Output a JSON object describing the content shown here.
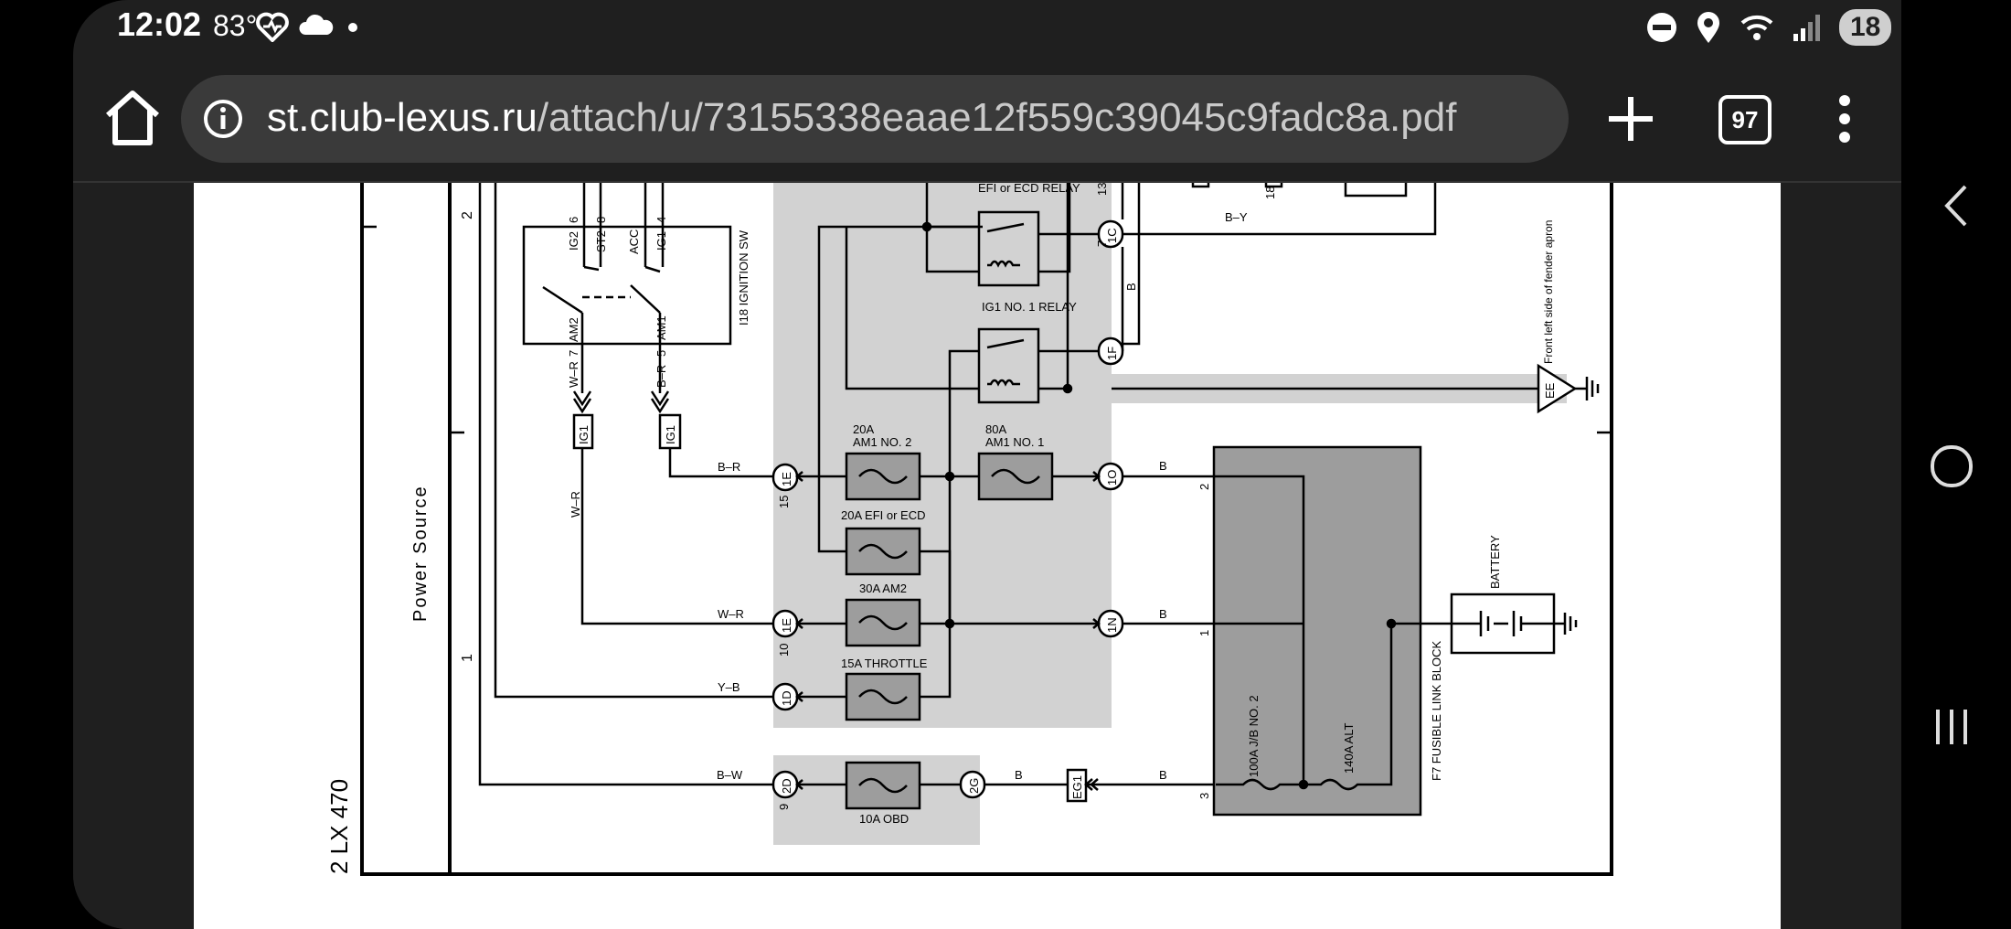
{
  "status": {
    "time": "12:02",
    "temperature": "83°",
    "notifications": "18"
  },
  "browser": {
    "url_host": "st.club-lexus.ru",
    "url_path": "/attach/u/73155338eaae12f559c39045c9fadc8a.pdf",
    "tab_count": "97"
  },
  "diagram": {
    "page_label": "2 LX 470",
    "section_title": "Power Source",
    "ignition_switch": "I18 IGNITION SW",
    "ig2": "IG2",
    "st2": "ST2",
    "acc": "ACC",
    "ig1": "IG1",
    "am2": "AM2",
    "am1": "AM1",
    "pin_6": "6",
    "pin_8": "8",
    "pin_4": "4",
    "pin_7": "7",
    "pin_5": "5",
    "wire_wr": "W–R",
    "wire_br": "B–R",
    "wire_yb": "Y–B",
    "wire_bw": "B–W",
    "wire_b": "B",
    "wire_by": "B–Y",
    "conn_ig1": "IG1",
    "conn_1e": "1E",
    "conn_1d": "1D",
    "conn_2d": "2D",
    "conn_2g": "2G",
    "conn_1c": "1C",
    "conn_1f": "1F",
    "conn_1o": "1O",
    "conn_1n": "1N",
    "conn_eg1": "EG1",
    "relay_efi": "EFI or ECD RELAY",
    "relay_ig1": "IG1 NO. 1 RELAY",
    "fuse_am1no2_a": "20A",
    "fuse_am1no2_b": "AM1 NO. 2",
    "fuse_am1no1_a": "80A",
    "fuse_am1no1_b": "AM1 NO. 1",
    "fuse_efi": "20A EFI or ECD",
    "fuse_am2": "30A AM2",
    "fuse_throttle": "15A THROTTLE",
    "fuse_obd": "10A OBD",
    "ground_ee": "EE",
    "ground_note": "Front left side of fender apron",
    "battery": "BATTERY",
    "fusible_link": "F7 FUSIBLE LINK BLOCK",
    "fuse_jb": "100A J/B NO. 2",
    "fuse_alt": "140A ALT",
    "num_15": "15",
    "num_10": "10",
    "num_1": "1",
    "num_2": "2",
    "num_3": "3",
    "num_4": "4",
    "num_9": "9",
    "num_7": "7",
    "num_13": "13",
    "num_18": "18"
  }
}
